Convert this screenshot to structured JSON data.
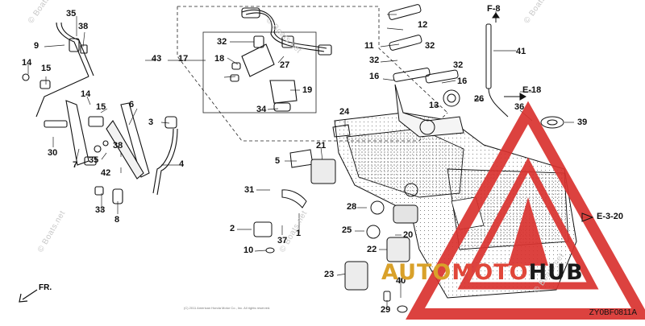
{
  "diagram": {
    "part_code": "ZY0BF0811A",
    "copyright_text": "(C) 2011 American Honda Motor Co., Inc. All rights reserved.",
    "section_refs": [
      "F-8",
      "E-18",
      "E-3-20"
    ],
    "callouts": [
      "35",
      "38",
      "9",
      "14",
      "15",
      "17",
      "43",
      "32",
      "18",
      "27",
      "19",
      "34",
      "12",
      "11",
      "32",
      "32",
      "32",
      "16",
      "16",
      "13",
      "26",
      "41",
      "36",
      "39",
      "14",
      "15",
      "6",
      "3",
      "30",
      "7",
      "35",
      "38",
      "42",
      "4",
      "24",
      "21",
      "5",
      "31",
      "28",
      "25",
      "22",
      "20",
      "23",
      "40",
      "29",
      "2",
      "37",
      "1",
      "10",
      "33",
      "8"
    ],
    "watermarks": [
      "© Boats.net",
      "© Boats.net",
      "© Boats.net",
      "© Boats.net",
      "© Boats.net",
      "© Boats.net"
    ],
    "brand": {
      "part1": "AUTO",
      "part2": "MOTO",
      "part3": "HUB",
      "color1": "#d9a12a",
      "color2": "#e0473a",
      "color3": "#1a1a1a"
    },
    "front_label": "FR."
  }
}
